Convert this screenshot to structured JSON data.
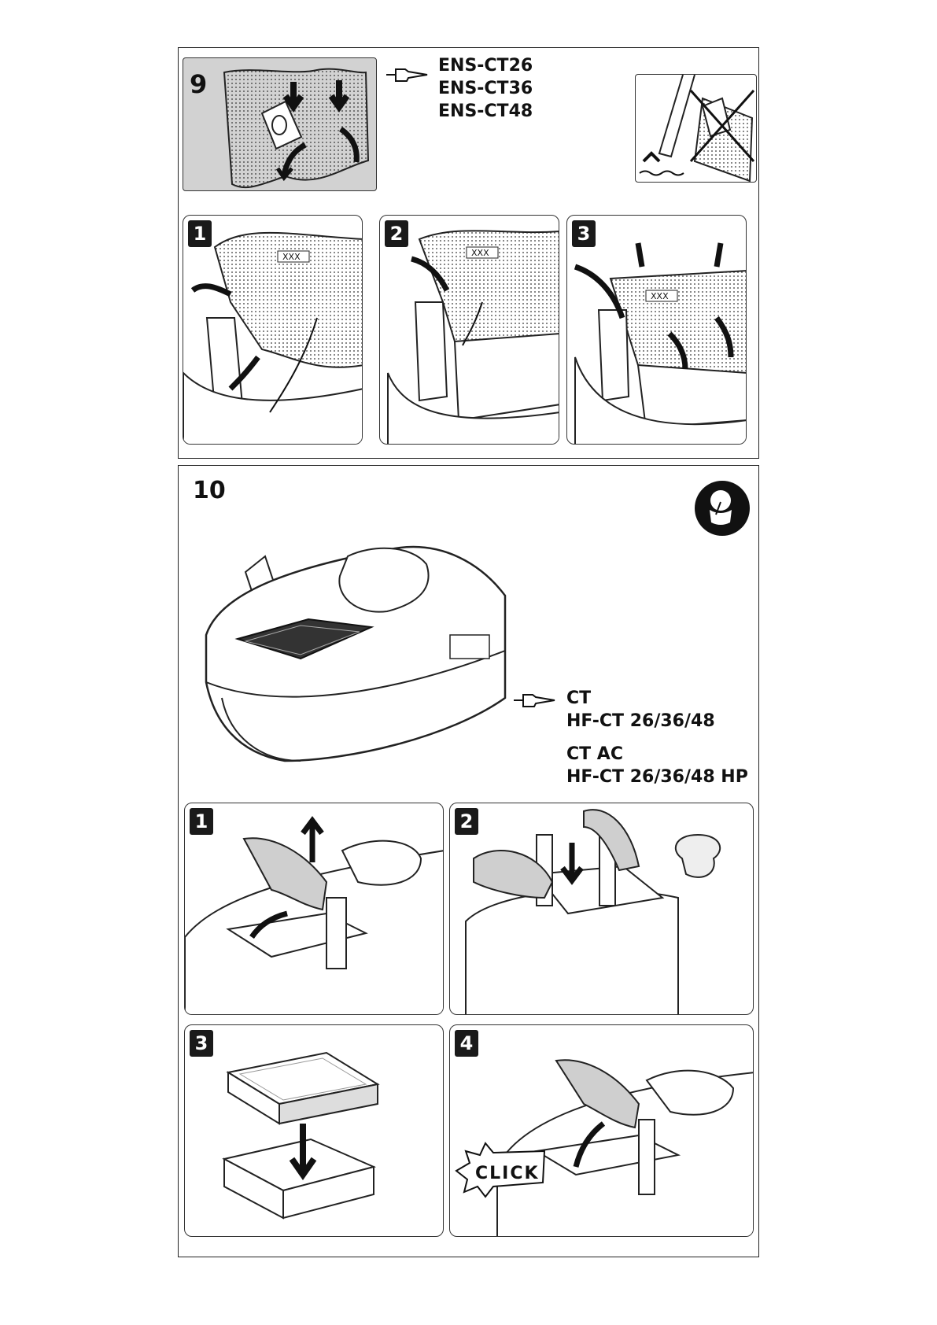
{
  "section9": {
    "number": "9",
    "references": [
      "ENS-CT26",
      "ENS-CT36",
      "ENS-CT48"
    ],
    "steps": [
      "1",
      "2",
      "3"
    ],
    "bag_label": "XXX"
  },
  "section10": {
    "number": "10",
    "references_group1": [
      "CT",
      "HF-CT 26/36/48"
    ],
    "references_group2": [
      "CT AC",
      "HF-CT 26/36/48 HP"
    ],
    "steps": [
      "1",
      "2",
      "3",
      "4"
    ],
    "click_text": "CLICK"
  },
  "icons": {
    "pointing_hand": "pointing-hand-icon",
    "mask_required": "face-mask-icon"
  },
  "colors": {
    "panel_grey": "#d2d2d2",
    "ink": "#111111"
  }
}
